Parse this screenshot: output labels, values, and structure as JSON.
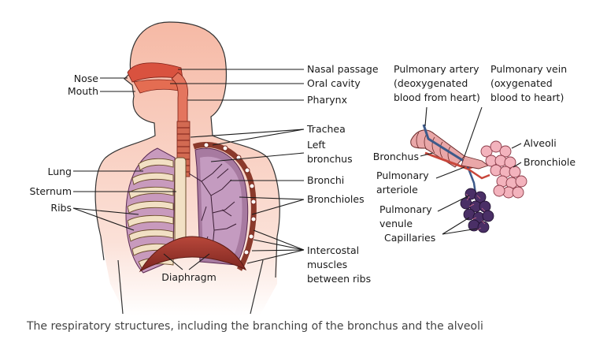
{
  "labels": {
    "nose": "Nose",
    "mouth": "Mouth",
    "lung": "Lung",
    "sternum": "Sternum",
    "ribs": "Ribs",
    "diaphragm": "Diaphragm",
    "nasal_passage": "Nasal passage",
    "oral_cavity": "Oral cavity",
    "pharynx": "Pharynx",
    "trachea": "Trachea",
    "left_bronchus": [
      "Left",
      "bronchus"
    ],
    "bronchi": "Bronchi",
    "bronchioles": "Bronchioles",
    "intercostal": [
      "Intercostal",
      "muscles",
      "between ribs"
    ],
    "pulmonary_artery": [
      "Pulmonary artery",
      "(deoxygenated",
      "blood from heart)"
    ],
    "pulmonary_vein": [
      "Pulmonary vein",
      "(oxygenated",
      "blood to heart)"
    ],
    "alveoli": "Alveoli",
    "bronchus": "Bronchus",
    "bronchiole": "Bronchiole",
    "pulmonary_arteriole": [
      "Pulmonary",
      "arteriole"
    ],
    "pulmonary_venule": [
      "Pulmonary",
      "venule"
    ],
    "capillaries": "Capillaries"
  },
  "caption": "The respiratory structures, including the branching of the bronchus and the alveoli",
  "colors": {
    "skin": "#f8c6b4",
    "lung": "#c89abd",
    "airway": "#d9523f",
    "rib": "#f2e0c4",
    "diaphragm": "#a33a2f",
    "blood": "#3a2450"
  }
}
